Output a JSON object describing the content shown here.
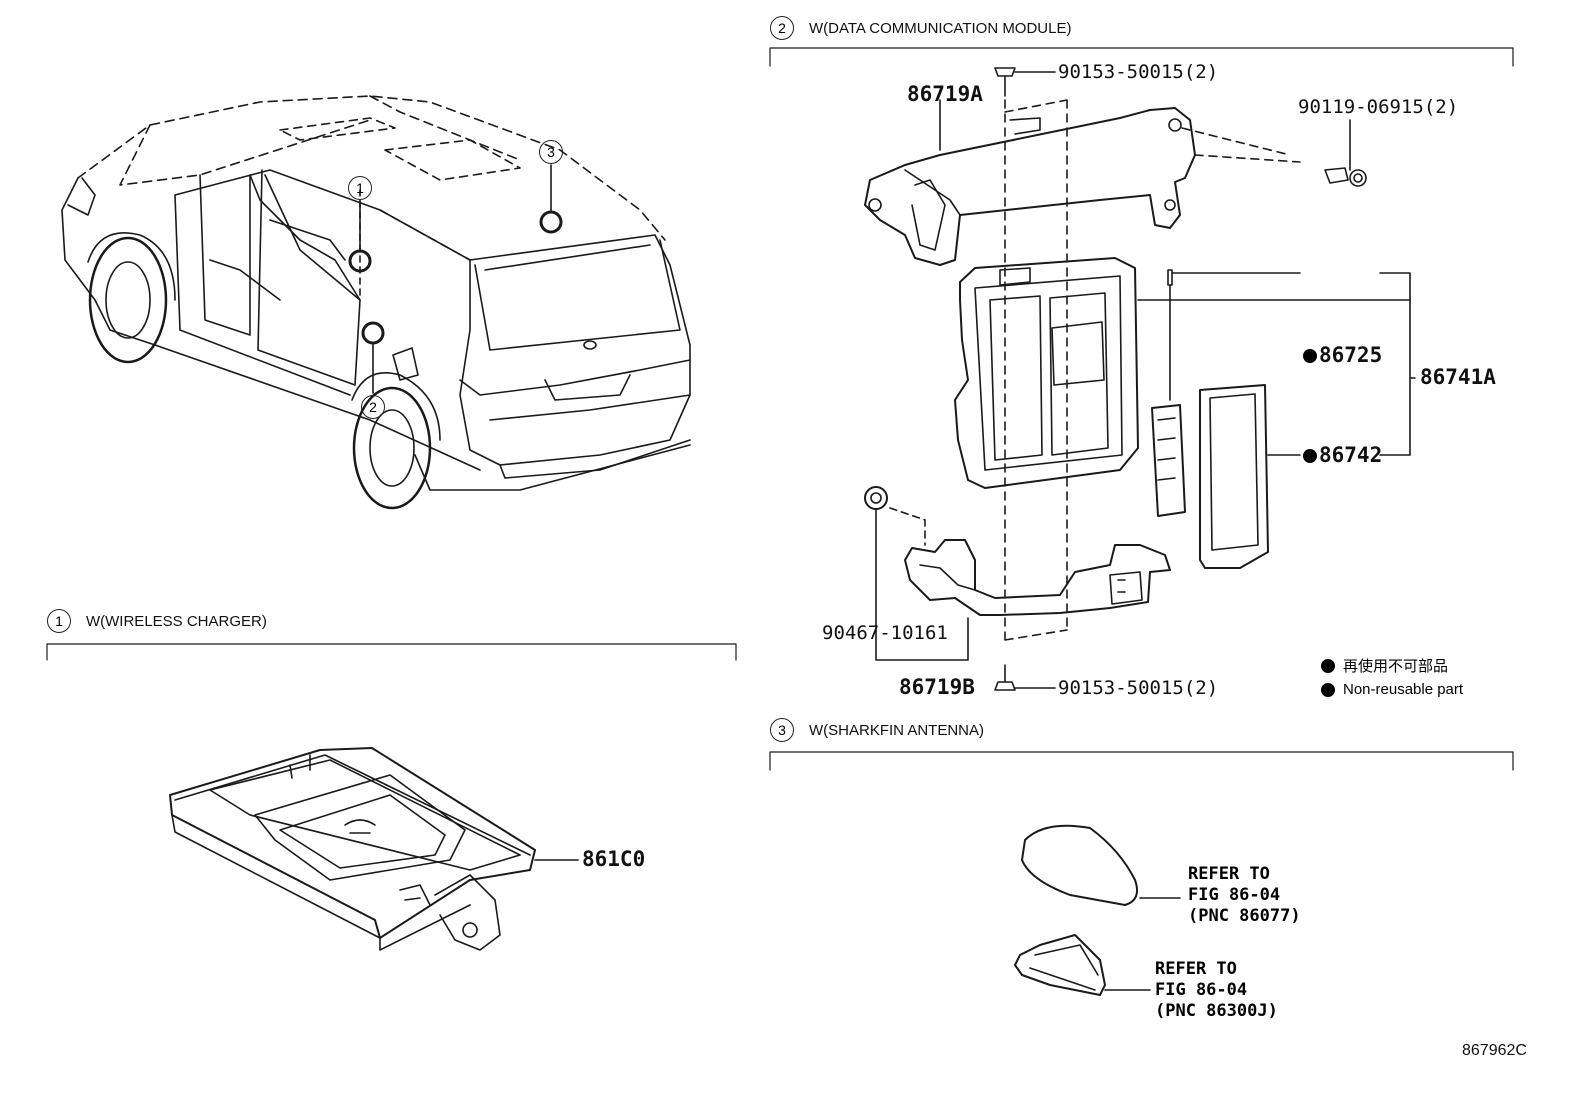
{
  "sections": {
    "wireless_charger": {
      "num": "1",
      "title": "W(WIRELESS CHARGER)"
    },
    "dcm": {
      "num": "2",
      "title": "W(DATA COMMUNICATION MODULE)"
    },
    "antenna": {
      "num": "3",
      "title": "W(SHARKFIN ANTENNA)"
    }
  },
  "vehicle_callouts": [
    "1",
    "2",
    "3"
  ],
  "parts": {
    "charger": "861C0",
    "bracket_a": "86719A",
    "bracket_b": "86719B",
    "module": "86741A",
    "p86725": "86725",
    "p86742": "86742",
    "screw_top": "90153-50015(2)",
    "screw_bottom": "90153-50015(2)",
    "bolt": "90119-06915(2)",
    "clip": "90467-10161"
  },
  "refs": {
    "ref1": "REFER TO\nFIG 86-04\n(PNC 86077)",
    "ref2": "REFER TO\nFIG 86-04\n(PNC 86300J)"
  },
  "legend": {
    "jp": "再使用不可部品",
    "en": "Non-reusable part"
  },
  "figure_code": "867962C"
}
